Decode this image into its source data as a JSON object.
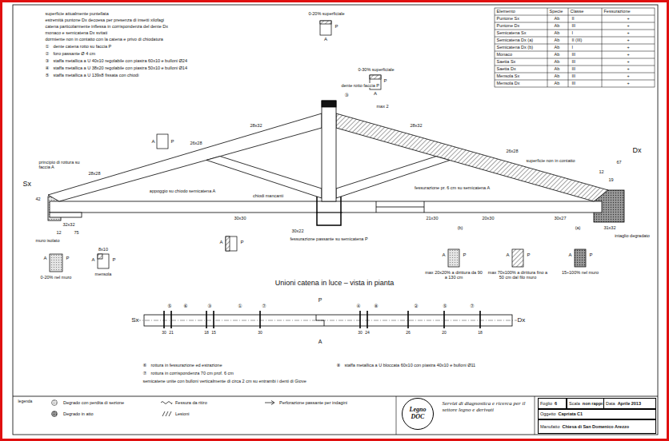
{
  "diagram": {
    "nodes": [
      {
        "text": [
          "Legno DOC"
        ]
      },
      {
        "text": [
          "Foglio",
          "6"
        ]
      },
      {
        "text": [
          "Scala",
          "non rappr."
        ]
      },
      {
        "text": [
          "Data",
          "Aprile 2013"
        ]
      },
      {
        "text": [
          "Oggetto",
          "Capriata C1"
        ]
      },
      {
        "text": [
          "Manufatto",
          "Chiesa di San Domenico Arezzo"
        ]
      }
    ],
    "labels": [
      "superficie attualmente puntellata",
      "estremità puntone Dx decoesa per presenza di insetti xilofagi",
      "catena particolarmente inflessa in corrispondenza del dente Dx",
      "monaco e semicatena Dx svitati",
      "dormiente non in contatto con la catena e privo di chiodatura",
      "①",
      "dente catena rotto su faccia P",
      "②",
      "foro passante Ø 4 cm",
      "③",
      "staffa metallica a U 40x10 regolabile con piastra 60x10 e bulloni Ø24",
      "④",
      "staffa metallica a U 38x20 regolabile con piastra 50x10 e bulloni Ø14",
      "⑤",
      "staffa metallica a U 139x8 fissata con chiodi",
      "Elemento",
      "Specie",
      "Classe",
      "Fessurazione",
      "Puntone Sx",
      "Ab",
      "II",
      "+",
      "Puntone Dx",
      "Ab",
      "III",
      "+",
      "Semicatena Sx",
      "Ab",
      "I",
      "+",
      "Semicatena Dx (a)",
      "Ab",
      "II (III)",
      "+",
      "Semicatena Dx (b)",
      "Ab",
      "I",
      "+",
      "Monaco",
      "Ab",
      "III",
      "+",
      "Saetta Sx",
      "Ab",
      "III",
      "+",
      "Saetta Dx",
      "Ab",
      "III",
      "+",
      "Mensola Sx",
      "Ab",
      "III",
      "+",
      "Mensola Dx",
      "Ab",
      "III",
      "+",
      "0-20% superficiale",
      "A",
      "P",
      "③",
      "dente rotto faccia P",
      "0-30% superficiale",
      "A",
      "P",
      "max 2",
      "A",
      "P",
      "28x28",
      "26x28",
      "28x32",
      "Sx",
      "principio di rottura su faccia A",
      "42",
      "32x32",
      "12",
      "75",
      "muro isolato",
      "appoggio su chiodo semicatena A",
      "chiodi mancanti",
      "30x30",
      "30x22",
      "fessurazione passante su semicatena P",
      "28x32",
      "26x28",
      "superficie non in contatto",
      "67",
      "Dx",
      "12",
      "19",
      "fessurazione pr. 6 cm su semicatena A",
      "21x30",
      "20x30",
      "(b)",
      "30x27",
      "(a)",
      "31x32",
      "intaglio degradato",
      "A",
      "P",
      "max 20x20% a dirittura da 90 a 130 cm",
      "A",
      "P",
      "max 70x100% a dirittura fino a 50 cm dal filo muro",
      "A",
      "P",
      "15÷100% nel muro",
      "A",
      "P",
      "A",
      "P",
      "0-20% nel muro",
      "8x10",
      "A",
      "P",
      "mensola",
      "Unioni catena in luce – vista in pianta",
      "P",
      "A",
      "Sx",
      "Dx",
      "⑤",
      "⑥",
      "③",
      "①",
      "⑦",
      "④",
      "⑧",
      "②",
      "⑤",
      "⑦",
      "30",
      "21",
      "18",
      "15",
      "30",
      "30",
      "24",
      "26",
      "20",
      "18",
      "⑥",
      "rottura in fessurazione ed estrazione",
      "⑦",
      "rottura in corrispondenza 70 cm prof. 6 cm",
      "semicatene unite con bulloni verticalmente di circa 2 cm su entrambi i denti di Giove",
      "⑧",
      "staffa metallica a U bloccata 60x10 con piastra 40x10 e bulloni Ø11",
      "legenda",
      "Servizi di diagnostica e ricerca per il settore legno e derivati"
    ],
    "legend": [
      {
        "text": "Degrado con perdita di sezione"
      },
      {
        "text": "Degrado in atto"
      },
      {
        "text": "Fessura da ritiro"
      },
      {
        "text": "Lesioni"
      },
      {
        "text": "Perforazione passante per indagini"
      }
    ]
  }
}
